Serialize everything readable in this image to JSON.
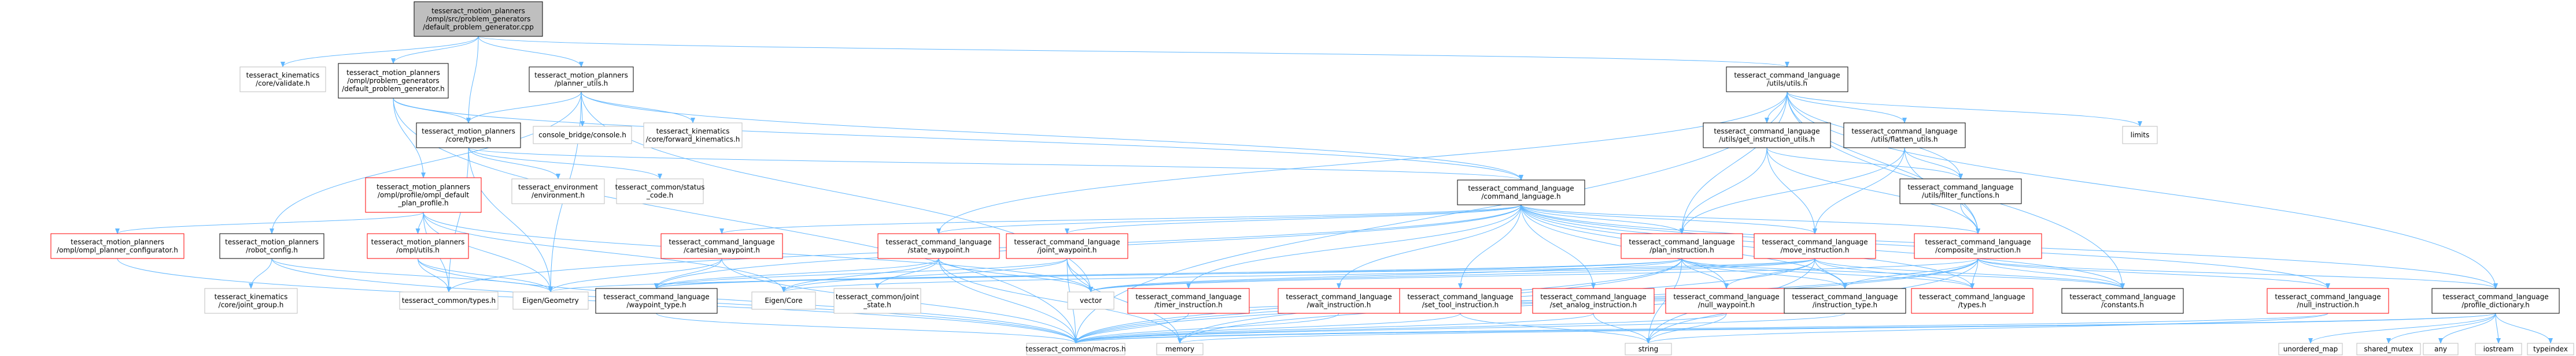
{
  "diagram": {
    "colors": {
      "edge": "#63b8ff",
      "black_border": "#000000",
      "red_border": "#ff0000",
      "gray_border": "#bfbfbf",
      "root_fill": "#bfbfbf",
      "node_fill": "#ffffff",
      "text": "#000000"
    },
    "nodes": [
      {
        "id": "root",
        "lines": [
          "tesseract_motion_planners",
          "/ompl/src/problem_generators",
          "/default_problem_generator.cpp"
        ],
        "style": "root"
      },
      {
        "id": "ks_validate",
        "lines": [
          "tesseract_kinematics",
          "/core/validate.h"
        ],
        "style": "gray"
      },
      {
        "id": "default_pg",
        "lines": [
          "tesseract_motion_planners",
          "/ompl/problem_generators",
          "/default_problem_generator.h"
        ],
        "style": "black"
      },
      {
        "id": "planner_utils",
        "lines": [
          "tesseract_motion_planners",
          "/planner_utils.h"
        ],
        "style": "black"
      },
      {
        "id": "cl_utils",
        "lines": [
          "tesseract_command_language",
          "/utils/utils.h"
        ],
        "style": "black"
      },
      {
        "id": "core_types",
        "lines": [
          "tesseract_motion_planners",
          "/core/types.h"
        ],
        "style": "black"
      },
      {
        "id": "console",
        "lines": [
          "console_bridge/console.h"
        ],
        "style": "gray"
      },
      {
        "id": "fwd_kin",
        "lines": [
          "tesseract_kinematics",
          "/core/forward_kinematics.h"
        ],
        "style": "gray"
      },
      {
        "id": "limits",
        "lines": [
          "limits"
        ],
        "style": "gray"
      },
      {
        "id": "get_instr",
        "lines": [
          "tesseract_command_language",
          "/utils/get_instruction_utils.h"
        ],
        "style": "black"
      },
      {
        "id": "flatten",
        "lines": [
          "tesseract_command_language",
          "/utils/flatten_utils.h"
        ],
        "style": "black"
      },
      {
        "id": "env",
        "lines": [
          "tesseract_environment",
          "/environment.h"
        ],
        "style": "gray"
      },
      {
        "id": "status",
        "lines": [
          "tesseract_common/status",
          "_code.h"
        ],
        "style": "gray"
      },
      {
        "id": "filter",
        "lines": [
          "tesseract_command_language",
          "/utils/filter_functions.h"
        ],
        "style": "black"
      },
      {
        "id": "ompl_default",
        "lines": [
          "tesseract_motion_planners",
          "/ompl/profile/ompl_default",
          "_plan_profile.h"
        ],
        "style": "red"
      },
      {
        "id": "cl_cmd",
        "lines": [
          "tesseract_command_language",
          "/command_language.h"
        ],
        "style": "black"
      },
      {
        "id": "ompl_cfg",
        "lines": [
          "tesseract_motion_planners",
          "/ompl/ompl_planner_configurator.h"
        ],
        "style": "red"
      },
      {
        "id": "robot_cfg",
        "lines": [
          "tesseract_motion_planners",
          "/robot_config.h"
        ],
        "style": "black"
      },
      {
        "id": "ompl_utils",
        "lines": [
          "tesseract_motion_planners",
          "/ompl/utils.h"
        ],
        "style": "red"
      },
      {
        "id": "cart_wp",
        "lines": [
          "tesseract_command_language",
          "/cartesian_waypoint.h"
        ],
        "style": "red"
      },
      {
        "id": "state_wp",
        "lines": [
          "tesseract_command_language",
          "/state_waypoint.h"
        ],
        "style": "red"
      },
      {
        "id": "joint_wp",
        "lines": [
          "tesseract_command_language",
          "/joint_waypoint.h"
        ],
        "style": "red"
      },
      {
        "id": "plan_instr",
        "lines": [
          "tesseract_command_language",
          "/plan_instruction.h"
        ],
        "style": "red"
      },
      {
        "id": "move_instr",
        "lines": [
          "tesseract_command_language",
          "/move_instruction.h"
        ],
        "style": "red"
      },
      {
        "id": "comp_instr",
        "lines": [
          "tesseract_command_language",
          "/composite_instruction.h"
        ],
        "style": "red"
      },
      {
        "id": "joint_group",
        "lines": [
          "tesseract_kinematics",
          "/core/joint_group.h"
        ],
        "style": "gray"
      },
      {
        "id": "common_types",
        "lines": [
          "tesseract_common/types.h"
        ],
        "style": "gray"
      },
      {
        "id": "eigen_geo",
        "lines": [
          "Eigen/Geometry"
        ],
        "style": "gray"
      },
      {
        "id": "wp_type",
        "lines": [
          "tesseract_command_language",
          "/waypoint_type.h"
        ],
        "style": "black"
      },
      {
        "id": "eigen_core",
        "lines": [
          "Eigen/Core"
        ],
        "style": "gray"
      },
      {
        "id": "joint_state",
        "lines": [
          "tesseract_common/joint",
          "_state.h"
        ],
        "style": "gray"
      },
      {
        "id": "vector",
        "lines": [
          "vector"
        ],
        "style": "gray"
      },
      {
        "id": "timer",
        "lines": [
          "tesseract_command_language",
          "/timer_instruction.h"
        ],
        "style": "red"
      },
      {
        "id": "wait",
        "lines": [
          "tesseract_command_language",
          "/wait_instruction.h"
        ],
        "style": "red"
      },
      {
        "id": "set_tool",
        "lines": [
          "tesseract_command_language",
          "/set_tool_instruction.h"
        ],
        "style": "red"
      },
      {
        "id": "set_analog",
        "lines": [
          "tesseract_command_language",
          "/set_analog_instruction.h"
        ],
        "style": "red"
      },
      {
        "id": "null_wp",
        "lines": [
          "tesseract_command_language",
          "/null_waypoint.h"
        ],
        "style": "red"
      },
      {
        "id": "instr_type",
        "lines": [
          "tesseract_command_language",
          "/instruction_type.h"
        ],
        "style": "black"
      },
      {
        "id": "cl_types",
        "lines": [
          "tesseract_command_language",
          "/types.h"
        ],
        "style": "red"
      },
      {
        "id": "constants",
        "lines": [
          "tesseract_command_language",
          "/constants.h"
        ],
        "style": "black"
      },
      {
        "id": "null_instr",
        "lines": [
          "tesseract_command_language",
          "/null_instruction.h"
        ],
        "style": "red"
      },
      {
        "id": "profile_dict",
        "lines": [
          "tesseract_command_language",
          "/profile_dictionary.h"
        ],
        "style": "black"
      },
      {
        "id": "macros",
        "lines": [
          "tesseract_common/macros.h"
        ],
        "style": "gray"
      },
      {
        "id": "memory",
        "lines": [
          "memory"
        ],
        "style": "gray"
      },
      {
        "id": "string",
        "lines": [
          "string"
        ],
        "style": "gray"
      },
      {
        "id": "unordered_map",
        "lines": [
          "unordered_map"
        ],
        "style": "gray"
      },
      {
        "id": "shared_mutex",
        "lines": [
          "shared_mutex"
        ],
        "style": "gray"
      },
      {
        "id": "any",
        "lines": [
          "any"
        ],
        "style": "gray"
      },
      {
        "id": "iostream",
        "lines": [
          "iostream"
        ],
        "style": "gray"
      },
      {
        "id": "typeindex",
        "lines": [
          "typeindex"
        ],
        "style": "gray"
      }
    ],
    "edges": [
      [
        "root",
        "ks_validate"
      ],
      [
        "root",
        "default_pg"
      ],
      [
        "root",
        "planner_utils"
      ],
      [
        "root",
        "cl_utils"
      ],
      [
        "root",
        "core_types"
      ],
      [
        "default_pg",
        "core_types"
      ],
      [
        "default_pg",
        "ompl_default"
      ],
      [
        "default_pg",
        "cl_cmd"
      ],
      [
        "default_pg",
        "macros"
      ],
      [
        "planner_utils",
        "core_types"
      ],
      [
        "planner_utils",
        "console"
      ],
      [
        "planner_utils",
        "fwd_kin"
      ],
      [
        "planner_utils",
        "robot_cfg"
      ],
      [
        "planner_utils",
        "cl_cmd"
      ],
      [
        "planner_utils",
        "eigen_geo"
      ],
      [
        "planner_utils",
        "vector"
      ],
      [
        "cl_utils",
        "limits"
      ],
      [
        "cl_utils",
        "get_instr"
      ],
      [
        "cl_utils",
        "flatten"
      ],
      [
        "cl_utils",
        "filter"
      ],
      [
        "cl_utils",
        "comp_instr"
      ],
      [
        "cl_utils",
        "plan_instr"
      ],
      [
        "cl_utils",
        "state_wp"
      ],
      [
        "cl_utils",
        "profile_dict"
      ],
      [
        "cl_utils",
        "macros"
      ],
      [
        "cl_utils",
        "constants"
      ],
      [
        "core_types",
        "env"
      ],
      [
        "core_types",
        "status"
      ],
      [
        "core_types",
        "common_types"
      ],
      [
        "core_types",
        "eigen_geo"
      ],
      [
        "core_types",
        "cl_cmd"
      ],
      [
        "get_instr",
        "comp_instr"
      ],
      [
        "get_instr",
        "plan_instr"
      ],
      [
        "get_instr",
        "move_instr"
      ],
      [
        "get_instr",
        "filter"
      ],
      [
        "flatten",
        "filter"
      ],
      [
        "flatten",
        "comp_instr"
      ],
      [
        "flatten",
        "move_instr"
      ],
      [
        "flatten",
        "plan_instr"
      ],
      [
        "filter",
        "comp_instr"
      ],
      [
        "ompl_default",
        "ompl_cfg"
      ],
      [
        "ompl_default",
        "ompl_utils"
      ],
      [
        "ompl_default",
        "eigen_geo"
      ],
      [
        "ompl_default",
        "eigen_core"
      ],
      [
        "ompl_default",
        "common_types"
      ],
      [
        "ompl_default",
        "vector"
      ],
      [
        "ompl_cfg",
        "macros"
      ],
      [
        "robot_cfg",
        "joint_group"
      ],
      [
        "robot_cfg",
        "eigen_geo"
      ],
      [
        "robot_cfg",
        "macros"
      ],
      [
        "ompl_utils",
        "eigen_geo"
      ],
      [
        "ompl_utils",
        "common_types"
      ],
      [
        "ompl_utils",
        "macros"
      ],
      [
        "cl_cmd",
        "cart_wp"
      ],
      [
        "cl_cmd",
        "state_wp"
      ],
      [
        "cl_cmd",
        "joint_wp"
      ],
      [
        "cl_cmd",
        "plan_instr"
      ],
      [
        "cl_cmd",
        "move_instr"
      ],
      [
        "cl_cmd",
        "comp_instr"
      ],
      [
        "cl_cmd",
        "timer"
      ],
      [
        "cl_cmd",
        "wait"
      ],
      [
        "cl_cmd",
        "set_tool"
      ],
      [
        "cl_cmd",
        "set_analog"
      ],
      [
        "cl_cmd",
        "null_wp"
      ],
      [
        "cl_cmd",
        "null_instr"
      ],
      [
        "cl_cmd",
        "constants"
      ],
      [
        "cl_cmd",
        "cl_types"
      ],
      [
        "cl_cmd",
        "instr_type"
      ],
      [
        "cl_cmd",
        "wp_type"
      ],
      [
        "cl_cmd",
        "common_types"
      ],
      [
        "cl_cmd",
        "profile_dict"
      ],
      [
        "cart_wp",
        "eigen_geo"
      ],
      [
        "cart_wp",
        "wp_type"
      ],
      [
        "cart_wp",
        "macros"
      ],
      [
        "state_wp",
        "eigen_core"
      ],
      [
        "state_wp",
        "joint_state"
      ],
      [
        "state_wp",
        "vector"
      ],
      [
        "state_wp",
        "wp_type"
      ],
      [
        "state_wp",
        "macros"
      ],
      [
        "state_wp",
        "memory"
      ],
      [
        "joint_wp",
        "eigen_core"
      ],
      [
        "joint_wp",
        "vector"
      ],
      [
        "joint_wp",
        "wp_type"
      ],
      [
        "joint_wp",
        "macros"
      ],
      [
        "joint_wp",
        "memory"
      ],
      [
        "plan_instr",
        "eigen_geo"
      ],
      [
        "plan_instr",
        "vector"
      ],
      [
        "plan_instr",
        "instr_type"
      ],
      [
        "plan_instr",
        "wp_type"
      ],
      [
        "plan_instr",
        "null_wp"
      ],
      [
        "plan_instr",
        "cl_types"
      ],
      [
        "plan_instr",
        "constants"
      ],
      [
        "plan_instr",
        "macros"
      ],
      [
        "plan_instr",
        "memory"
      ],
      [
        "plan_instr",
        "string"
      ],
      [
        "move_instr",
        "eigen_core"
      ],
      [
        "move_instr",
        "vector"
      ],
      [
        "move_instr",
        "instr_type"
      ],
      [
        "move_instr",
        "wp_type"
      ],
      [
        "move_instr",
        "null_wp"
      ],
      [
        "move_instr",
        "cl_types"
      ],
      [
        "move_instr",
        "constants"
      ],
      [
        "move_instr",
        "macros"
      ],
      [
        "move_instr",
        "string"
      ],
      [
        "comp_instr",
        "vector"
      ],
      [
        "comp_instr",
        "instr_type"
      ],
      [
        "comp_instr",
        "null_instr"
      ],
      [
        "comp_instr",
        "cl_types"
      ],
      [
        "comp_instr",
        "constants"
      ],
      [
        "comp_instr",
        "profile_dict"
      ],
      [
        "comp_instr",
        "macros"
      ],
      [
        "comp_instr",
        "memory"
      ],
      [
        "comp_instr",
        "string"
      ],
      [
        "timer",
        "instr_type"
      ],
      [
        "timer",
        "macros"
      ],
      [
        "wait",
        "instr_type"
      ],
      [
        "wait",
        "macros"
      ],
      [
        "set_tool",
        "instr_type"
      ],
      [
        "set_tool",
        "macros"
      ],
      [
        "set_tool",
        "string"
      ],
      [
        "set_analog",
        "instr_type"
      ],
      [
        "set_analog",
        "macros"
      ],
      [
        "set_analog",
        "string"
      ],
      [
        "null_wp",
        "macros"
      ],
      [
        "null_wp",
        "string"
      ],
      [
        "null_instr",
        "macros"
      ],
      [
        "null_instr",
        "string"
      ],
      [
        "instr_type",
        "macros"
      ],
      [
        "wp_type",
        "macros"
      ],
      [
        "profile_dict",
        "unordered_map"
      ],
      [
        "profile_dict",
        "shared_mutex"
      ],
      [
        "profile_dict",
        "any"
      ],
      [
        "profile_dict",
        "iostream"
      ],
      [
        "profile_dict",
        "typeindex"
      ],
      [
        "profile_dict",
        "memory"
      ],
      [
        "profile_dict",
        "macros"
      ]
    ]
  }
}
